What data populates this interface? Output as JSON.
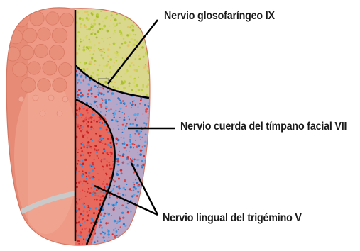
{
  "labels": {
    "glossopharyngeal": "Nervio glosofaríngeo IX",
    "chorda_tympani": "Nervio cuerda del tímpano facial VII",
    "lingual": "Nervio lingual del trigémino V"
  },
  "colors": {
    "tongue_base": "#ee9a86",
    "tongue_dark": "#d9735e",
    "papilla": "#e68872",
    "posterior_region": "#cfd77a",
    "posterior_dots": "#b5c83a",
    "anterior_red": "#d92d2d",
    "mid_blue": "#3a8fd9",
    "line": "#000000",
    "nerve_gray": "#c9c9c9"
  }
}
